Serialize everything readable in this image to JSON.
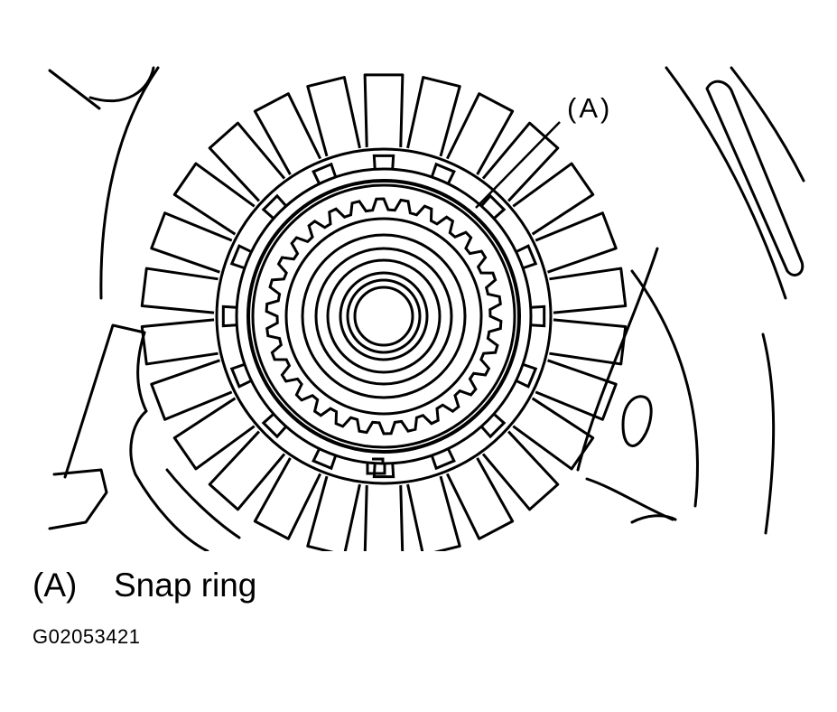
{
  "diagram": {
    "callout": "(A)"
  },
  "legend": {
    "key": "(A)",
    "text": "Snap ring"
  },
  "figure_code": "G02053421",
  "colors": {
    "ink": "#000000",
    "paper": "#ffffff"
  }
}
